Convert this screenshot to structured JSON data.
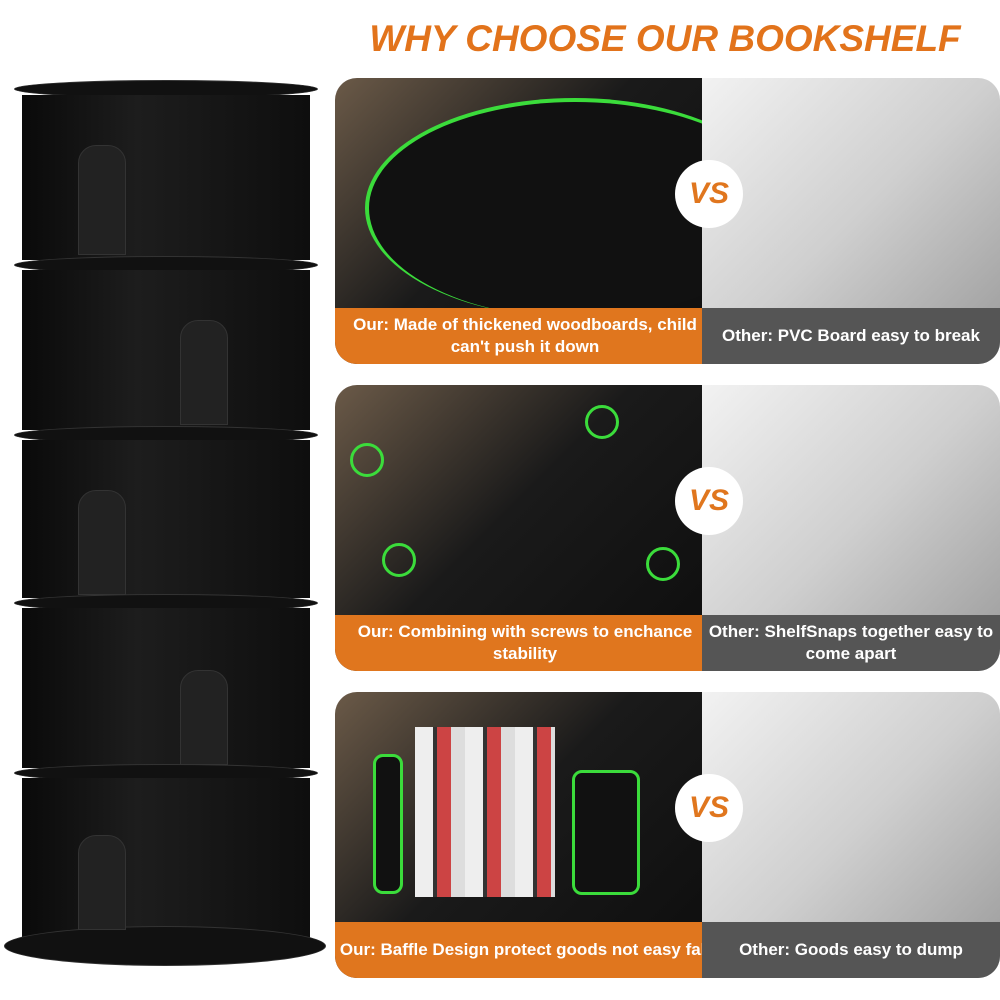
{
  "title": "WHY CHOOSE OUR BOOKSHELF",
  "colors": {
    "accent": "#e0761e",
    "other": "#555555",
    "highlight": "#3bdc3b"
  },
  "rows": [
    {
      "our": "Our: Made of thickened woodboards, child can't push it down",
      "vs": "VS",
      "other": "Other: PVC Board easy to break"
    },
    {
      "our": "Our: Combining with screws to enchance stability",
      "vs": "VS",
      "other": "Other: ShelfSnaps together easy to come apart"
    },
    {
      "our": "Our: Baffle Design protect goods not easy fall",
      "vs": "VS",
      "other": "Other: Goods easy to dump"
    }
  ]
}
